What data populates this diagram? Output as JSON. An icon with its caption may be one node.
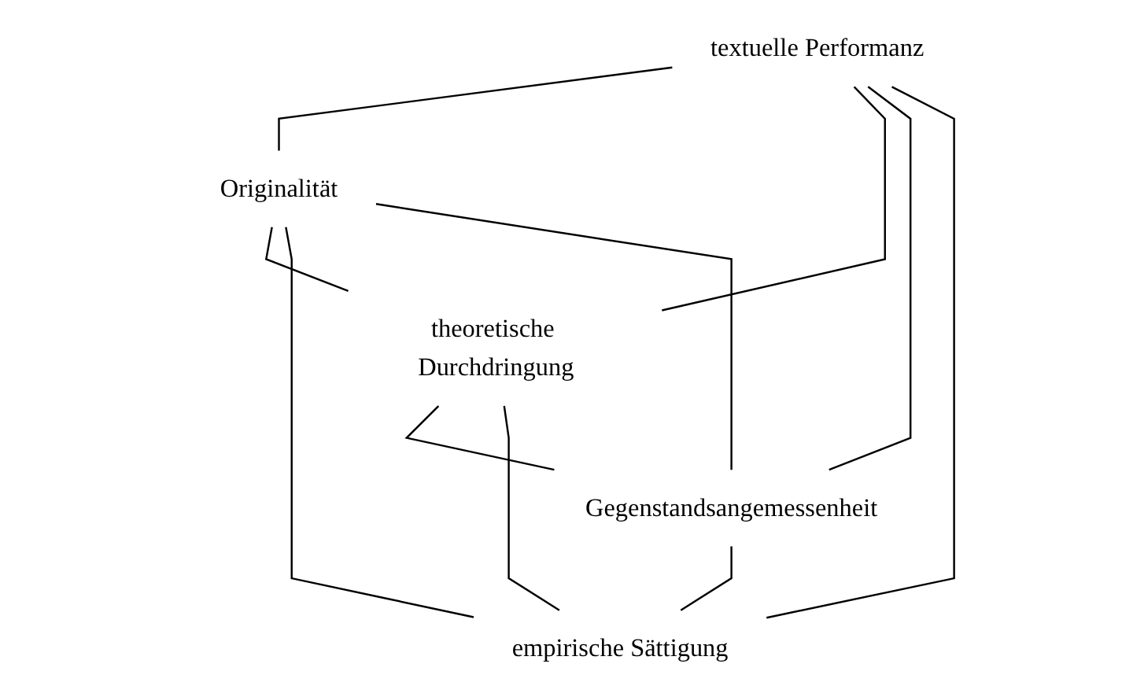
{
  "diagram": {
    "nodes": [
      {
        "text": [
          "textuelle Performanz"
        ]
      },
      {
        "text": [
          "Originalität"
        ]
      },
      {
        "text": [
          "empirische Sättigung"
        ]
      },
      {
        "text": [
          "theoretische Durchdringung"
        ]
      },
      {
        "text": [
          "Gegenstandsangemessenheit"
        ]
      }
    ],
    "edges": [
      {
        "from": 0,
        "to": 1,
        "arrow": "none"
      },
      {
        "from": 1,
        "to": 3,
        "arrow": "none"
      },
      {
        "from": 3,
        "to": 4,
        "arrow": "none"
      },
      {
        "from": 4,
        "to": 2,
        "arrow": "none"
      },
      {
        "from": 2,
        "to": 0,
        "arrow": "none"
      },
      {
        "from": 0,
        "to": 3,
        "arrow": "none"
      },
      {
        "from": 0,
        "to": 4,
        "arrow": "none"
      },
      {
        "from": 1,
        "to": 2,
        "arrow": "none"
      },
      {
        "from": 1,
        "to": 4,
        "arrow": "none"
      },
      {
        "from": 2,
        "to": 3,
        "arrow": "none"
      }
    ]
  }
}
